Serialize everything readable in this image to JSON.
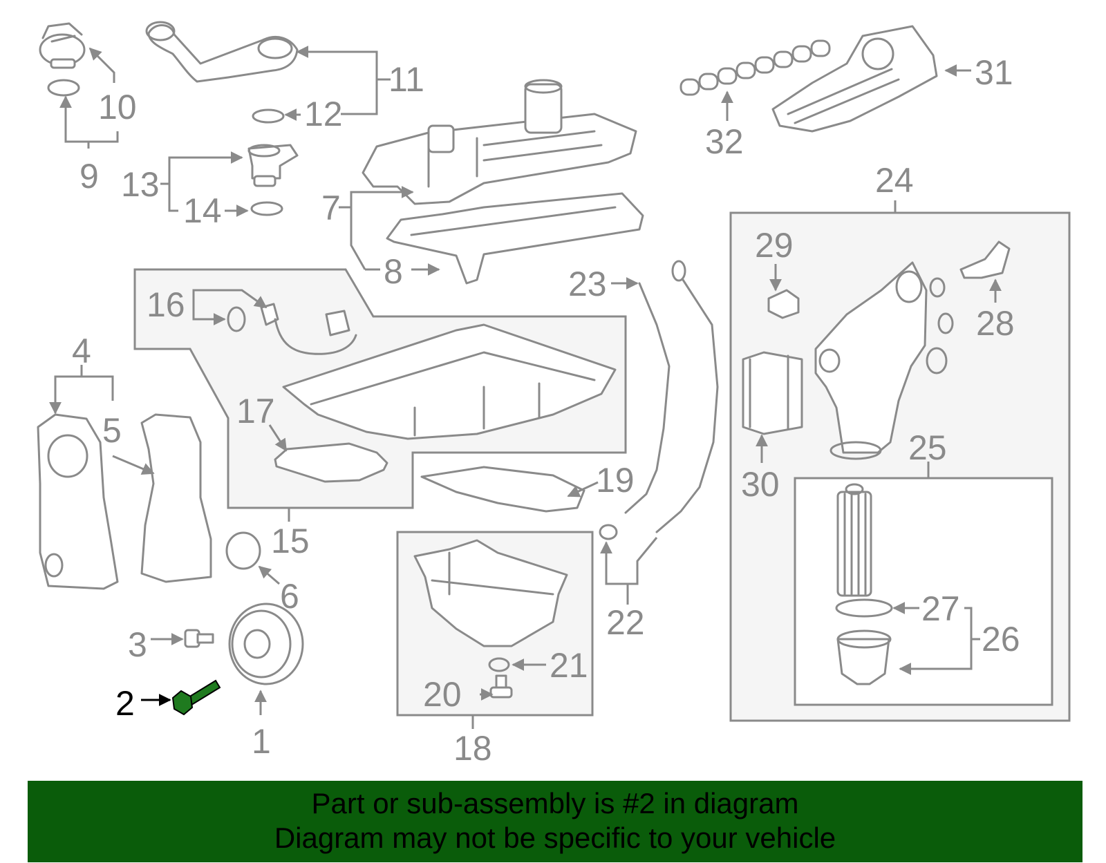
{
  "callouts": {
    "n1": "1",
    "n2": "2",
    "n3": "3",
    "n4": "4",
    "n5": "5",
    "n6": "6",
    "n7": "7",
    "n8": "8",
    "n9": "9",
    "n10": "10",
    "n11": "11",
    "n12": "12",
    "n13": "13",
    "n14": "14",
    "n15": "15",
    "n16": "16",
    "n17": "17",
    "n18": "18",
    "n19": "19",
    "n20": "20",
    "n21": "21",
    "n22": "22",
    "n23": "23",
    "n24": "24",
    "n25": "25",
    "n26": "26",
    "n27": "27",
    "n28": "28",
    "n29": "29",
    "n30": "30",
    "n31": "31",
    "n32": "32"
  },
  "highlighted_part": "2",
  "colors": {
    "banner_bg": "#0a5c0a",
    "line_art": "#8a8a8a",
    "highlight_part": "#1f7a1f",
    "highlight_label": "#000000"
  },
  "banner": {
    "line1": "Part or sub-assembly is #2 in diagram",
    "line2": "Diagram may not be specific to your vehicle"
  }
}
